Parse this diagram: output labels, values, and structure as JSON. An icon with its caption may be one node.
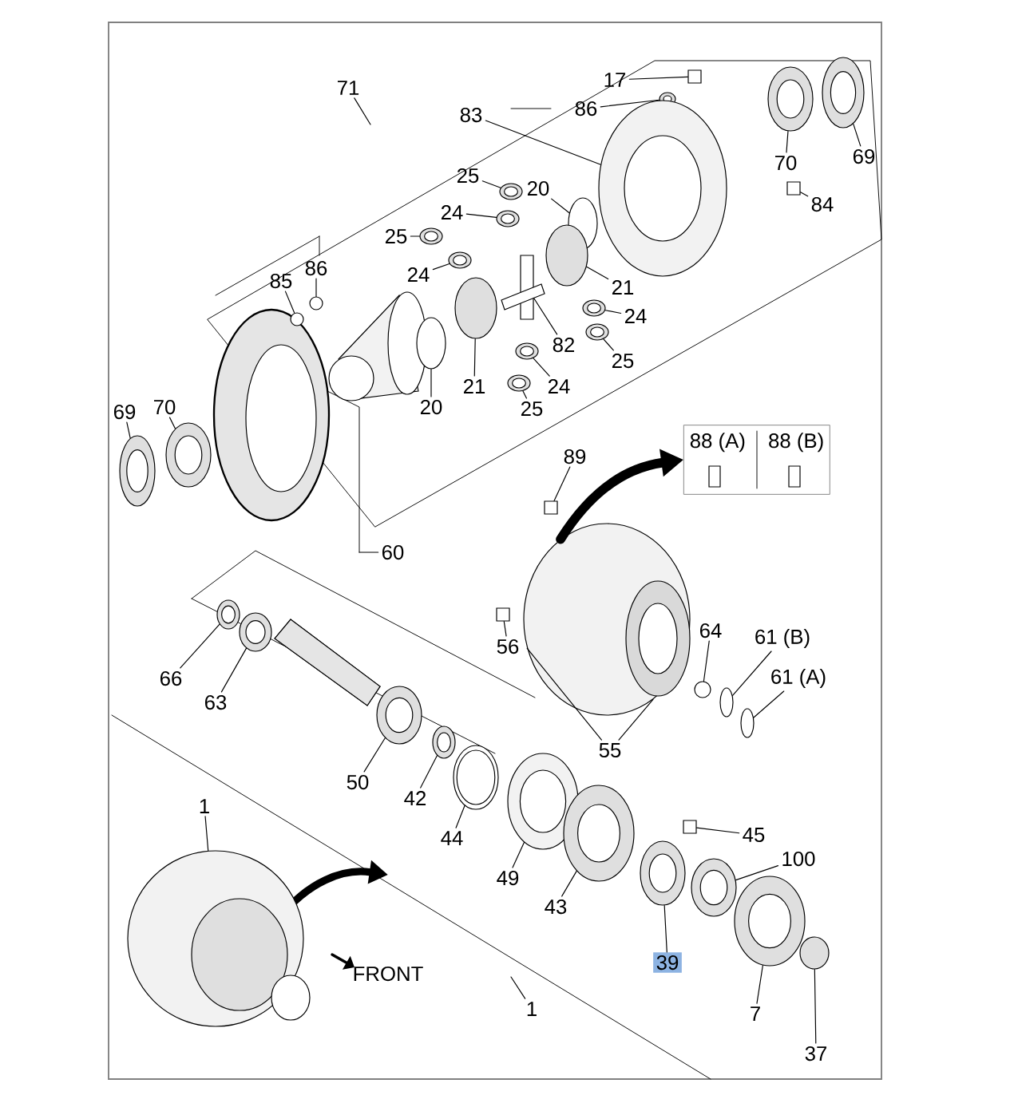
{
  "diagram": {
    "nodes": [
      {
        "text": [
          "71"
        ]
      },
      {
        "text": [
          "17"
        ]
      },
      {
        "text": [
          "86"
        ]
      },
      {
        "text": [
          "83"
        ]
      },
      {
        "text": [
          "70"
        ]
      },
      {
        "text": [
          "69"
        ]
      },
      {
        "text": [
          "25"
        ]
      },
      {
        "text": [
          "84"
        ]
      },
      {
        "text": [
          "20"
        ]
      },
      {
        "text": [
          "24"
        ]
      },
      {
        "text": [
          "25"
        ]
      },
      {
        "text": [
          "86"
        ]
      },
      {
        "text": [
          "85"
        ]
      },
      {
        "text": [
          "24"
        ]
      },
      {
        "text": [
          "21"
        ]
      },
      {
        "text": [
          "24"
        ]
      },
      {
        "text": [
          "82"
        ]
      },
      {
        "text": [
          "25"
        ]
      },
      {
        "text": [
          "21"
        ]
      },
      {
        "text": [
          "24"
        ]
      },
      {
        "text": [
          "20"
        ]
      },
      {
        "text": [
          "70"
        ]
      },
      {
        "text": [
          "25"
        ]
      },
      {
        "text": [
          "69"
        ]
      },
      {
        "text": [
          "88 (A)",
          "88 (B)"
        ]
      },
      {
        "text": [
          "89"
        ]
      },
      {
        "text": [
          "60"
        ]
      },
      {
        "text": [
          "56"
        ]
      },
      {
        "text": [
          "64"
        ]
      },
      {
        "text": [
          "61 (B)"
        ]
      },
      {
        "text": [
          "66"
        ]
      },
      {
        "text": [
          "61 (A)"
        ]
      },
      {
        "text": [
          "63"
        ]
      },
      {
        "text": [
          "55"
        ]
      },
      {
        "text": [
          "50"
        ]
      },
      {
        "text": [
          "42"
        ]
      },
      {
        "text": [
          "1"
        ]
      },
      {
        "text": [
          "45"
        ]
      },
      {
        "text": [
          "44"
        ]
      },
      {
        "text": [
          "100"
        ]
      },
      {
        "text": [
          "49"
        ]
      },
      {
        "text": [
          "43"
        ]
      },
      {
        "text": [
          "39"
        ]
      },
      {
        "text": [
          "1"
        ]
      },
      {
        "text": [
          "7"
        ]
      },
      {
        "text": [
          "37"
        ]
      },
      {
        "text": [],
        "shape": "box"
      },
      {
        "text": [],
        "shape": "circle"
      },
      {
        "text": [],
        "shape": "circle"
      },
      {
        "text": [],
        "shape": "circle"
      },
      {
        "text": [],
        "shape": "circle"
      },
      {
        "text": [],
        "shape": "circle"
      },
      {
        "text": [],
        "shape": "box"
      },
      {
        "text": [],
        "shape": "circle"
      },
      {
        "text": [],
        "shape": "circle"
      },
      {
        "text": [],
        "shape": "circle"
      },
      {
        "text": [],
        "shape": "circle"
      },
      {
        "text": [],
        "shape": "circle"
      },
      {
        "text": [],
        "shape": "circle"
      },
      {
        "text": [],
        "shape": "circle"
      },
      {
        "text": [],
        "shape": "circle"
      },
      {
        "text": [],
        "shape": "box"
      },
      {
        "text": [],
        "shape": "circle"
      },
      {
        "text": [],
        "shape": "circle"
      },
      {
        "text": [],
        "shape": "circle"
      },
      {
        "text": [],
        "shape": "circle"
      },
      {
        "text": [],
        "shape": "circle"
      },
      {
        "text": [],
        "shape": "circle"
      },
      {
        "text": [],
        "shape": "circle"
      },
      {
        "text": [],
        "shape": "box"
      },
      {
        "text": [],
        "shape": "box"
      },
      {
        "text": [],
        "shape": "circle"
      },
      {
        "text": [],
        "shape": "circle"
      },
      {
        "text": [],
        "shape": "circle"
      },
      {
        "text": [],
        "shape": "circle"
      },
      {
        "text": [],
        "shape": "circle"
      },
      {
        "text": [],
        "shape": "circle"
      },
      {
        "text": [],
        "shape": "circle"
      },
      {
        "text": [],
        "shape": "circle"
      },
      {
        "text": [],
        "shape": "circle"
      },
      {
        "text": [],
        "shape": "box"
      },
      {
        "text": [],
        "shape": "circle"
      },
      {
        "text": [],
        "shape": "circle"
      },
      {
        "text": [],
        "shape": "circle"
      },
      {
        "text": [],
        "shape": "circle"
      },
      {
        "text": [],
        "shape": "circle"
      },
      {
        "text": [],
        "shape": "circle"
      },
      {
        "text": [],
        "shape": "circle"
      }
    ],
    "edges": [
      {
        "from": 0,
        "to": null,
        "arrow": "none"
      },
      {
        "from": 1,
        "to": 46,
        "arrow": "none"
      },
      {
        "from": 2,
        "to": 47,
        "arrow": "none"
      },
      {
        "from": 3,
        "to": 48,
        "arrow": "none"
      },
      {
        "from": 4,
        "to": 49,
        "arrow": "none"
      },
      {
        "from": 5,
        "to": 50,
        "arrow": "none"
      },
      {
        "from": 6,
        "to": 51,
        "arrow": "none"
      },
      {
        "from": 7,
        "to": 52,
        "arrow": "none"
      },
      {
        "from": 8,
        "to": 53,
        "arrow": "none"
      },
      {
        "from": 9,
        "to": 54,
        "arrow": "none"
      },
      {
        "from": 10,
        "to": 55,
        "arrow": "none"
      },
      {
        "from": 11,
        "to": 56,
        "arrow": "none"
      },
      {
        "from": 12,
        "to": 57,
        "arrow": "none"
      },
      {
        "from": 13,
        "to": 58,
        "arrow": "none"
      },
      {
        "from": 14,
        "to": 59,
        "arrow": "none"
      },
      {
        "from": 15,
        "to": 60,
        "arrow": "none"
      },
      {
        "from": 16,
        "to": 61,
        "arrow": "none"
      },
      {
        "from": 17,
        "to": 62,
        "arrow": "none"
      },
      {
        "from": 18,
        "to": 63,
        "arrow": "none"
      },
      {
        "from": 19,
        "to": 64,
        "arrow": "none"
      },
      {
        "from": 20,
        "to": 65,
        "arrow": "none"
      },
      {
        "from": 21,
        "to": 66,
        "arrow": "none"
      },
      {
        "from": 22,
        "to": 67,
        "arrow": "none"
      },
      {
        "from": 23,
        "to": 68,
        "arrow": "none"
      },
      {
        "from": 76,
        "to": 24,
        "arrow": "to",
        "style": "thick"
      },
      {
        "from": 25,
        "to": 69,
        "arrow": "none"
      },
      {
        "from": 26,
        "to": null,
        "arrow": "none"
      },
      {
        "from": 27,
        "to": 70,
        "arrow": "none"
      },
      {
        "from": 28,
        "to": 71,
        "arrow": "none"
      },
      {
        "from": 29,
        "to": 72,
        "arrow": "none"
      },
      {
        "from": 30,
        "to": 73,
        "arrow": "none"
      },
      {
        "from": 31,
        "to": 74,
        "arrow": "none"
      },
      {
        "from": 32,
        "to": 75,
        "arrow": "none"
      },
      {
        "from": 33,
        "to": 76,
        "arrow": "none"
      },
      {
        "from": 33,
        "to": 76,
        "arrow": "none"
      },
      {
        "from": 34,
        "to": 77,
        "arrow": "none"
      },
      {
        "from": 35,
        "to": 78,
        "arrow": "none"
      },
      {
        "from": 36,
        "to": 79,
        "arrow": "none"
      },
      {
        "from": 37,
        "to": 80,
        "arrow": "none"
      },
      {
        "from": 38,
        "to": 81,
        "arrow": "none"
      },
      {
        "from": 39,
        "to": 82,
        "arrow": "none"
      },
      {
        "from": 40,
        "to": 83,
        "arrow": "none"
      },
      {
        "from": 41,
        "to": 84,
        "arrow": "none"
      },
      {
        "from": 42,
        "to": 85,
        "arrow": "none"
      },
      {
        "from": 43,
        "to": null,
        "arrow": "none"
      },
      {
        "from": 44,
        "to": 86,
        "arrow": "none"
      },
      {
        "from": 45,
        "to": 87,
        "arrow": "none"
      }
    ],
    "labels": [
      "FRONT"
    ]
  }
}
